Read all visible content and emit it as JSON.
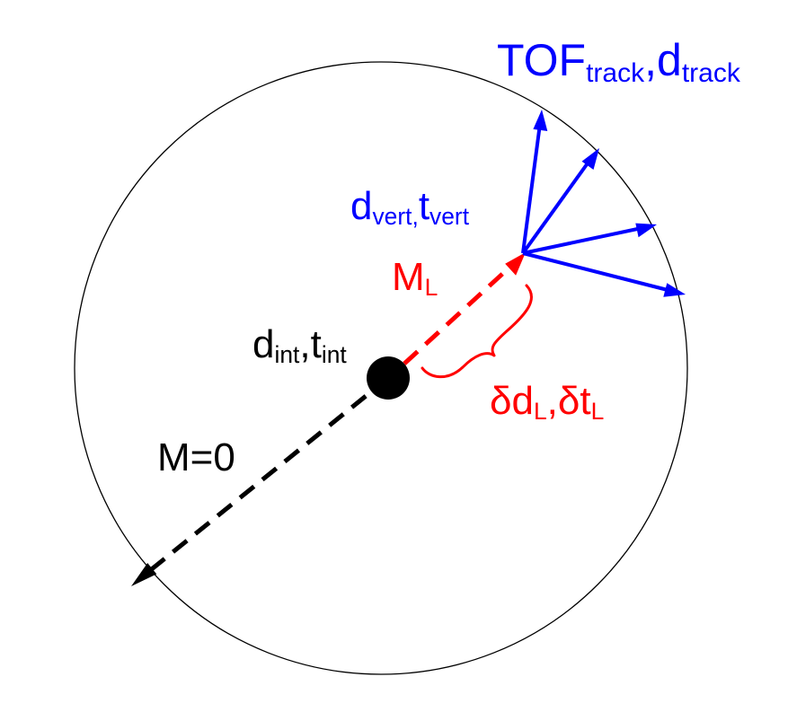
{
  "colors": {
    "track": "#0000ff",
    "massive": "#ff0000",
    "massless": "#000000",
    "outline": "#000000"
  },
  "labels": {
    "tof_track": {
      "main1": "TOF",
      "sub1": "track",
      "sep": ",",
      "main2": "d",
      "sub2": "track"
    },
    "vertex": {
      "main1": "d",
      "sub1": "vert,",
      "main2": "t",
      "sub2": "vert"
    },
    "massive_path": {
      "main": "M",
      "sub": "L"
    },
    "interaction": {
      "main1": "d",
      "sub1": "int",
      "sep": ",",
      "main2": "t",
      "sub2": "int"
    },
    "deltas": {
      "main1": "δd",
      "sub1": "L",
      "sep": ",",
      "main2": "δt",
      "sub2": "L"
    },
    "massless_path": {
      "text": "M=0"
    }
  }
}
